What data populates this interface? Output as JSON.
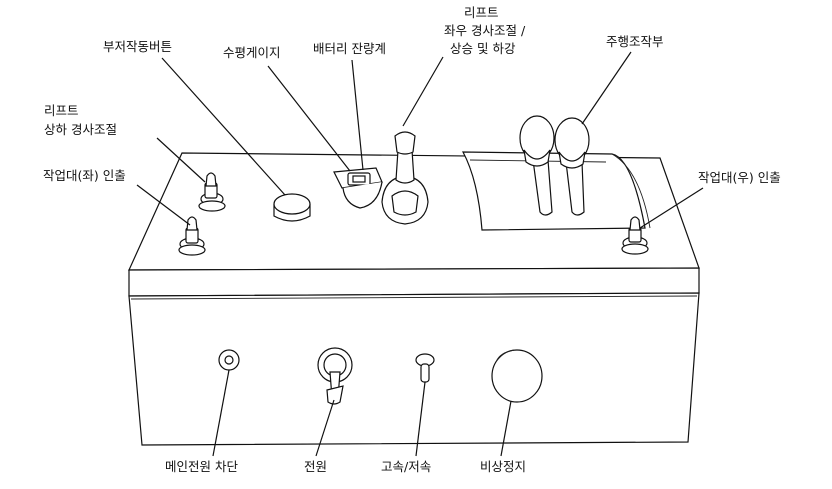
{
  "labels": {
    "buzzer": "부저작동버튼",
    "level_gauge": "수평게이지",
    "battery": "배터리 잔량계",
    "lift_lr": [
      "리프트",
      "좌우 경사조절 /",
      "상승 및 하강"
    ],
    "travel": "주행조작부",
    "lift_ud": [
      "리프트",
      "상하 경사조절"
    ],
    "platform_left": "작업대(좌) 인출",
    "platform_right": "작업대(우) 인출",
    "main_power_cut": "메인전원 차단",
    "power": "전원",
    "speed": "고속/저속",
    "emergency_stop": "비상정지"
  }
}
